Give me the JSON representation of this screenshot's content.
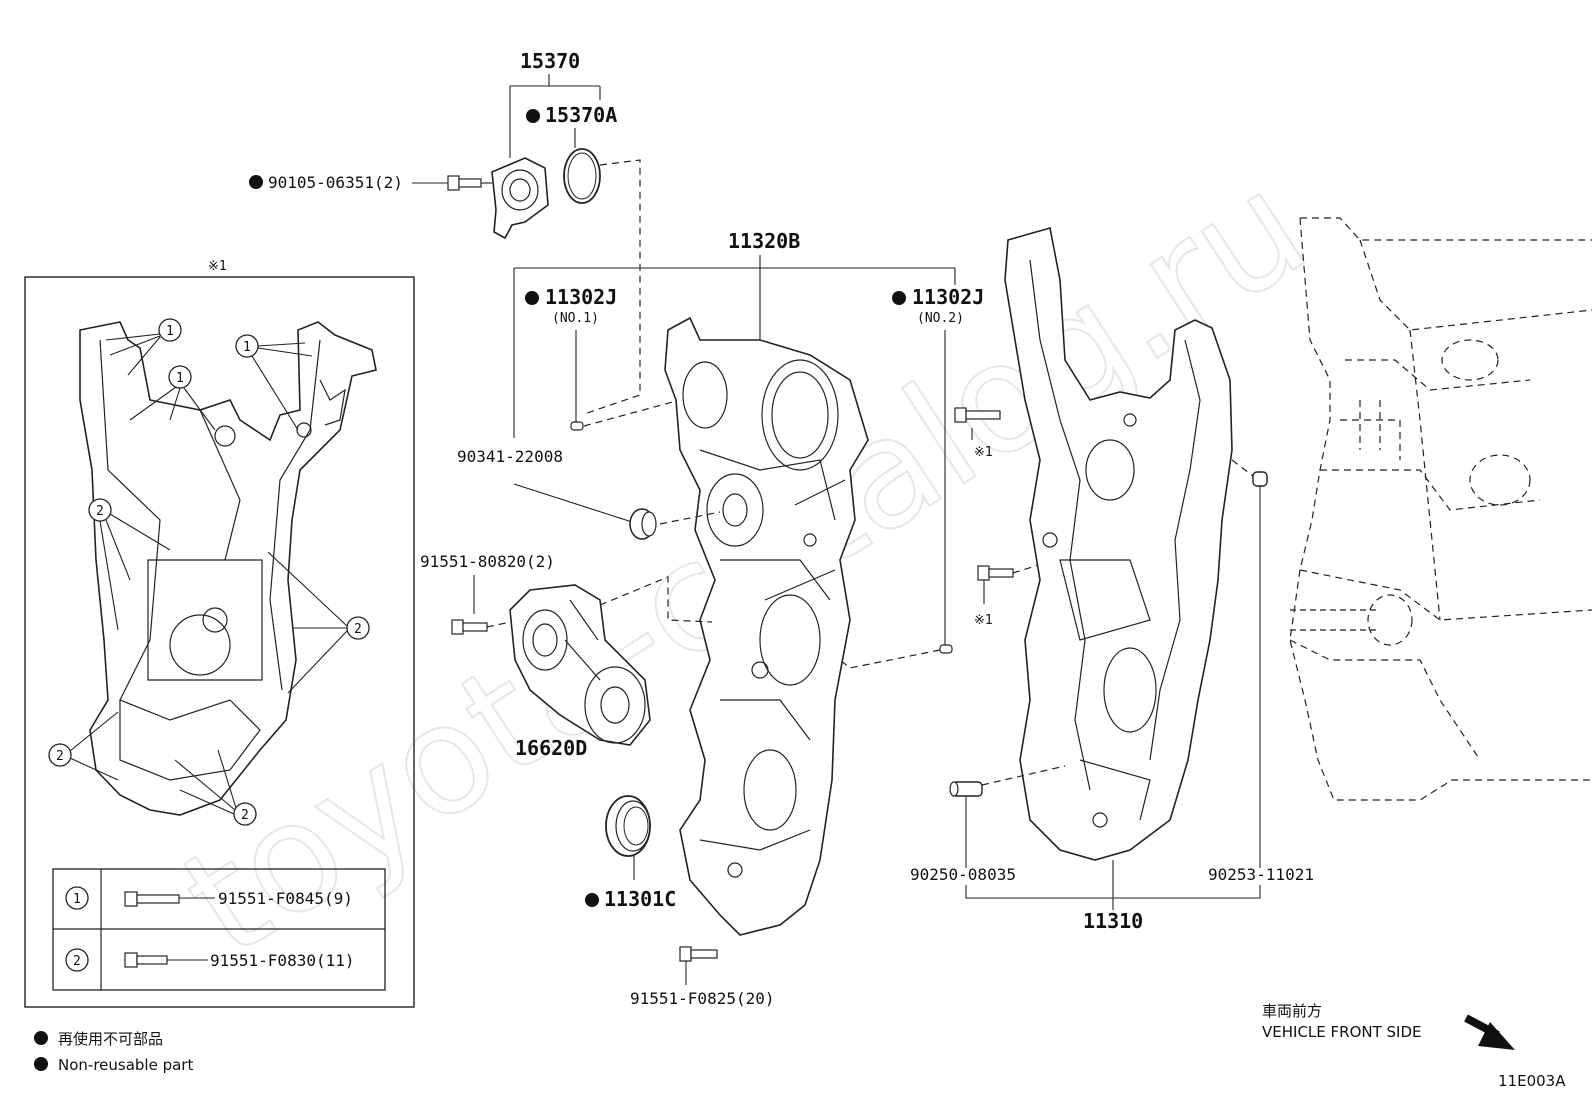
{
  "labels": {
    "p15370": "15370",
    "p15370A": "15370A",
    "p9010506351": "90105-06351(2)",
    "p11320B": "11320B",
    "p11302J_1": "11302J",
    "p11302J_1_sub": "(NO.1)",
    "p11302J_2": "11302J",
    "p11302J_2_sub": "(NO.2)",
    "p9034122008": "90341-22008",
    "p9155180820": "91551-80820(2)",
    "p16620D": "16620D",
    "p11301C": "11301C",
    "p91551F0825": "91551-F0825(20)",
    "p9025008035": "90250-08035",
    "p9025311021": "90253-11021",
    "p11310": "11310",
    "star1_a": "※1",
    "star1_b": "※1",
    "star1_box": "※1"
  },
  "inset": {
    "callout1": "1",
    "callout2": "2",
    "table": [
      {
        "no": "1",
        "part": "91551-F0845(9)"
      },
      {
        "no": "2",
        "part": "91551-F0830(11)"
      }
    ]
  },
  "legend": {
    "jp": "再使用不可部品",
    "en": "Non-reusable part"
  },
  "direction": {
    "jp": "車両前方",
    "en": "VEHICLE FRONT SIDE"
  },
  "figure_code": "11E003A",
  "watermark": "toyota-catalog.ru"
}
